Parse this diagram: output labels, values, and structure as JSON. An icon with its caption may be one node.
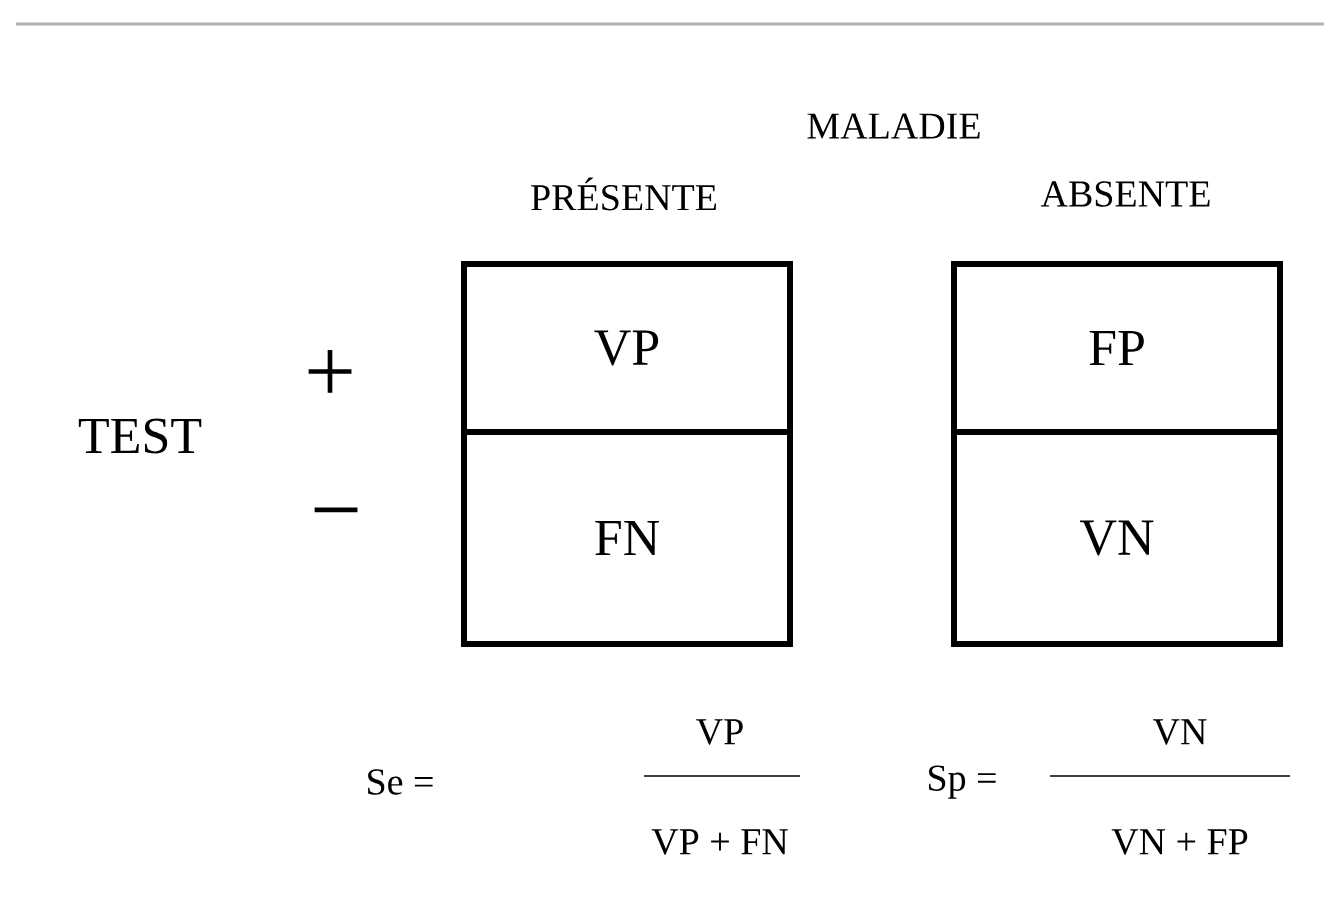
{
  "diagram": {
    "nodes": [
      {
        "text": [
          "VP"
        ]
      },
      {
        "text": [
          "FN"
        ]
      },
      {
        "text": [
          "FP"
        ]
      },
      {
        "text": [
          "VN"
        ]
      }
    ],
    "labels": [
      "MALADIE",
      "PRÉSENTE",
      "ABSENTE",
      "TEST",
      "+",
      "−",
      "Se =",
      "VP",
      "VP + FN",
      "Sp =",
      "VN",
      "VN + FP"
    ]
  }
}
